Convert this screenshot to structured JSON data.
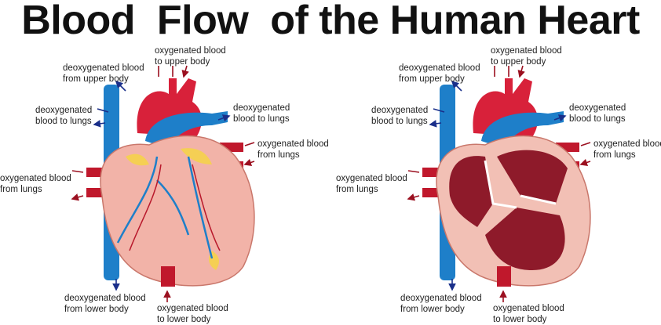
{
  "title": "Blood  Flow  of the Human Heart",
  "colors": {
    "oxygenated": "#d8213a",
    "deoxygenated": "#1e7fc9",
    "arrow_red": "#9b1020",
    "arrow_blue": "#1a2f8a",
    "heart": "#f2b3a8"
  },
  "hearts": [
    {
      "name": "exterior",
      "labels": [
        [
          "oxygenated blood",
          "to upper body"
        ],
        [
          "deoxygenated blood",
          "from upper body"
        ],
        [
          "deoxygenated",
          "blood to lungs"
        ],
        [
          "deoxygenated",
          "blood to lungs"
        ],
        [
          "oxygenated blood",
          "from lungs"
        ],
        [
          "oxygenated blood",
          "from lungs"
        ],
        [
          "deoxygenated blood",
          "from lower body"
        ],
        [
          "oxygenated blood",
          "to lower body"
        ]
      ]
    },
    {
      "name": "cross-section",
      "labels": [
        [
          "oxygenated blood",
          "to upper body"
        ],
        [
          "deoxygenated blood",
          "from upper body"
        ],
        [
          "deoxygenated",
          "blood to lungs"
        ],
        [
          "deoxygenated",
          "blood to lungs"
        ],
        [
          "oxygenated blood",
          "from lungs"
        ],
        [
          "oxygenated blood",
          "from lungs"
        ],
        [
          "deoxygenated blood",
          "from lower body"
        ],
        [
          "oxygenated blood",
          "to lower body"
        ]
      ]
    }
  ]
}
